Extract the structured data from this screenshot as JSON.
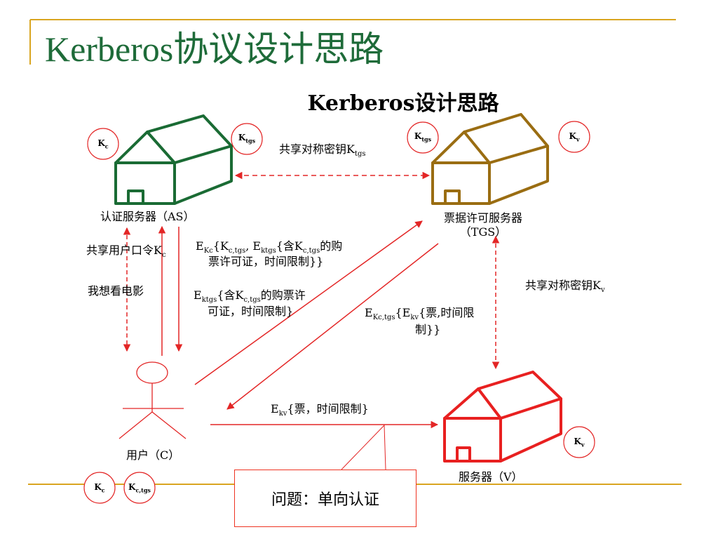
{
  "slide": {
    "title": "Kerberos协议设计思路",
    "subtitle": "Kerberos设计思路"
  },
  "nodes": {
    "as_label": "认证服务器（AS）",
    "tgs_label_line1": "票据许可服务器",
    "tgs_label_line2": "（TGS）",
    "user_label": "用户（C）",
    "server_label": "服务器（V）"
  },
  "key_circles": {
    "as_kc": {
      "main": "K",
      "sub": "c"
    },
    "as_ktgs": {
      "main": "K",
      "sub": "tgs"
    },
    "tgs_ktgs": {
      "main": "K",
      "sub": "tgs"
    },
    "tgs_kv": {
      "main": "K",
      "sub": "v"
    },
    "server_kv": {
      "main": "K",
      "sub": "v"
    },
    "user_kc": {
      "main": "K",
      "sub": "c"
    },
    "user_kctgs": {
      "main": "K",
      "sub": "c,tgs"
    }
  },
  "messages": {
    "shared_as_tgs": {
      "text": "共享对称密钥K",
      "sub": "tgs"
    },
    "shared_user_as": {
      "text": "共享用户口令K",
      "sub": "c"
    },
    "want_movie": "我想看电影",
    "as_reply": {
      "e": "E",
      "e_sub": "Kc",
      "k": "{K",
      "k_sub": "c,tgs",
      "e2": ", E",
      "e2_sub": "ktgs",
      "mid": "{含K",
      "mid_sub": "c,tgs",
      "tail": "的购",
      "line2": "票许可证，时间限制}}"
    },
    "to_tgs": {
      "e": "E",
      "e_sub": "ktgs",
      "mid": "{含K",
      "mid_sub": "c,tgs",
      "tail": "的购票许",
      "line2": "可证，时间限制}"
    },
    "tgs_reply": {
      "e": "E",
      "e_sub": "Kc,tgs",
      "mid": "{E",
      "mid_sub": "kv",
      "tail": "{票,时间限",
      "line2": "制}}"
    },
    "shared_tgs_v": {
      "text": "共享对称密钥K",
      "sub": "v"
    },
    "to_server": {
      "e": "E",
      "e_sub": "kv",
      "tail": "{票，时间限制}"
    }
  },
  "callout": "问题：单向认证",
  "colors": {
    "title": "#1e6b39",
    "as_house": "#1a6b34",
    "tgs_house": "#9a6d12",
    "server_house": "#e82020",
    "arrow": "#e32626",
    "rule": "#d9a520"
  }
}
